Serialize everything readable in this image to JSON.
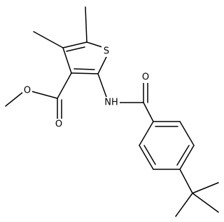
{
  "molecule": {
    "atoms": {
      "sulfur": "S",
      "carbonyl_oxygen_amide": "O",
      "carbonyl_oxygen_ester": "O",
      "ester_oxygen": "O",
      "amide_nitrogen": "NH"
    },
    "colors": {
      "bond": "#000000",
      "label": "#000000",
      "background": "#ffffff"
    }
  }
}
